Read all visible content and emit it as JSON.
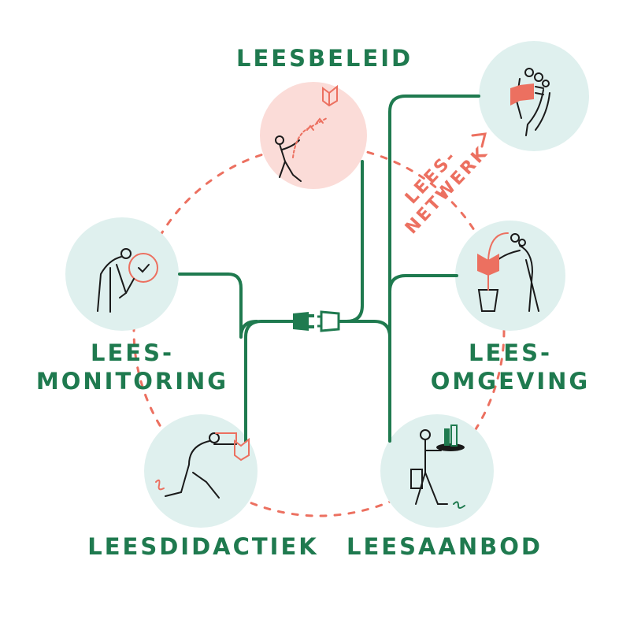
{
  "nodes": {
    "leesbeleid": {
      "label": "LEESBELEID"
    },
    "leesnetwerk": {
      "line1": "LEES-",
      "line2": "NETWERK"
    },
    "leesmonitoring": {
      "line1": "LEES-",
      "line2": "MONITORING"
    },
    "leesomgeving": {
      "line1": "LEES-",
      "line2": "OMGEVING"
    },
    "leesdidactiek": {
      "label": "LEESDIDACTIEK"
    },
    "leesaanbod": {
      "label": "LEESAANBOD"
    }
  },
  "colors": {
    "green": "#1f7a4f",
    "coral": "#ec7060",
    "mint": "#dff0ee",
    "pink": "#fbdcd8",
    "ink": "#1a1a1a"
  },
  "icons": {
    "leesbeleid": "kite-flyer-books-icon",
    "leesnetwerk": "people-reading-books-icon",
    "leesmonitoring": "person-with-magnifier-icon",
    "leesomgeving": "person-with-plant-book-icon",
    "leesdidactiek": "person-chasing-book-icon",
    "leesaanbod": "waiter-with-books-icon",
    "plug": "plug-icon"
  }
}
